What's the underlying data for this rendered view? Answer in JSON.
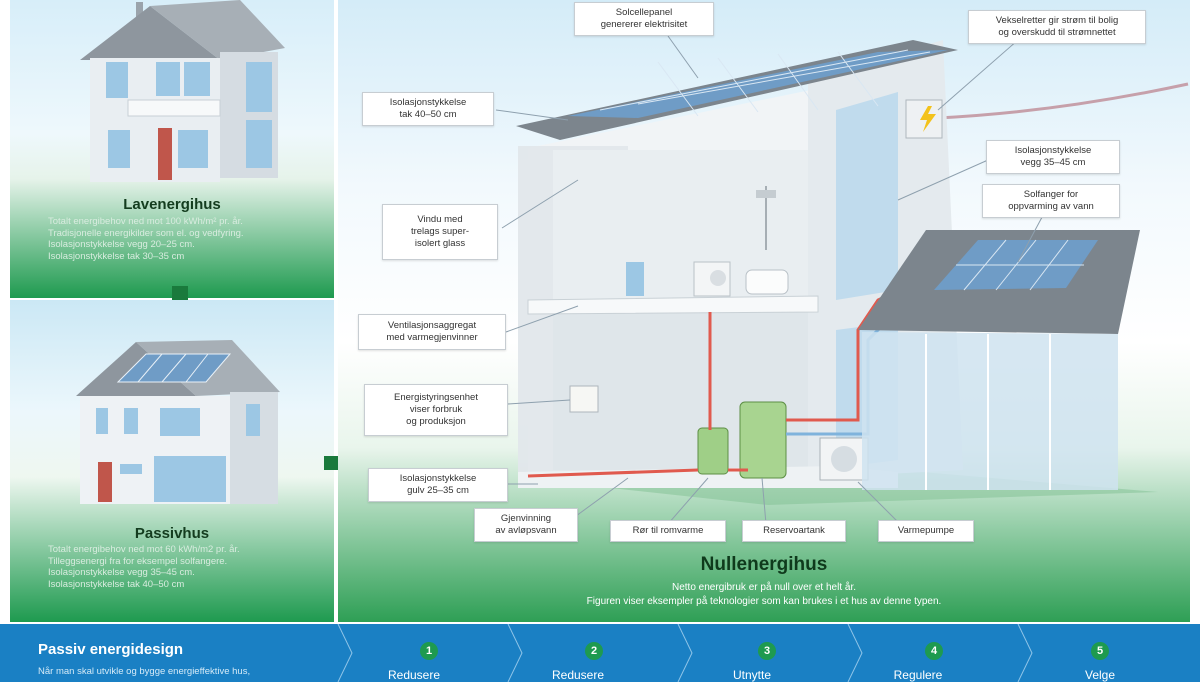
{
  "lavenergihus": {
    "title": "Lavenergihus",
    "lines": [
      "Totalt energibehov ned mot 100 kWh/m² pr. år.",
      "Tradisjonelle energikilder som el. og vedfyring.",
      "Isolasjonstykkelse vegg 20–25 cm.",
      "Isolasjonstykkelse tak 30–35 cm"
    ]
  },
  "passivhus": {
    "title": "Passivhus",
    "lines": [
      "Totalt energibehov ned mot 60 kWh/m2 pr. år.",
      "Tilleggsenergi fra for eksempel solfangere.",
      "Isolasjonstykkelse vegg 35–45 cm.",
      "Isolasjonstykkelse tak 40–50 cm"
    ]
  },
  "nullenergihus": {
    "title": "Nullenergihus",
    "line1": "Netto energibruk er på null over et helt år.",
    "line2": "Figuren viser eksempler på teknologier som kan brukes i et hus av denne typen."
  },
  "labels": {
    "solcellepanel": [
      "Solcellepanel",
      "genererer elektrisitet"
    ],
    "vekselretter": [
      "Vekselretter gir strøm til bolig",
      "og overskudd til strømnettet"
    ],
    "iso_tak": [
      "Isolasjonstykkelse",
      "tak 40–50 cm"
    ],
    "iso_vegg": [
      "Isolasjonstykkelse",
      "vegg 35–45 cm"
    ],
    "solfanger": [
      "Solfanger for",
      "oppvarming av vann"
    ],
    "vindu": [
      "Vindu med",
      "trelags super-",
      "isolert glass"
    ],
    "ventilasjon": [
      "Ventilasjonsaggregat",
      "med varmegjenvinner"
    ],
    "energistyring": [
      "Energistyringsenhet",
      "viser forbruk",
      "og produksjon"
    ],
    "iso_gulv": [
      "Isolasjonstykkelse",
      "gulv 25–35 cm"
    ],
    "gjenvinning": [
      "Gjenvinning",
      "av avløpsvann"
    ],
    "ror": [
      "Rør til romvarme"
    ],
    "reservoar": [
      "Reservoartank"
    ],
    "varmepumpe": [
      "Varmepumpe"
    ]
  },
  "bottom": {
    "title": "Passiv energidesign",
    "subtitle": "Når man skal utvikle og bygge energieffektive hus,",
    "steps": [
      {
        "num": "1",
        "label": "Redusere"
      },
      {
        "num": "2",
        "label": "Redusere"
      },
      {
        "num": "3",
        "label": "Utnytte"
      },
      {
        "num": "4",
        "label": "Regulere"
      },
      {
        "num": "5",
        "label": "Velge"
      }
    ]
  },
  "colors": {
    "green": "#1e9a4f",
    "dark_green": "#1a7a3c",
    "blue": "#1a80c4",
    "pipe_red": "#e05a4e",
    "solar_blue": "#6f9cc6"
  },
  "icons": [
    "arrow-down-icon",
    "arrow-right-icon",
    "lightning-icon",
    "shower-icon"
  ]
}
